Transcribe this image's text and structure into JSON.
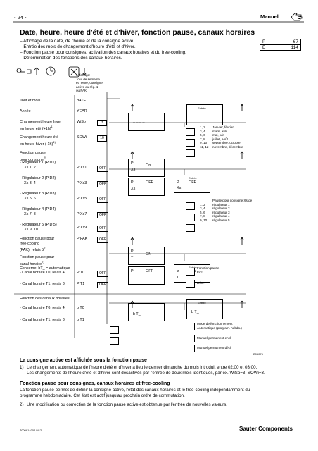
{
  "header": {
    "page_no": "- 24 -",
    "section": "Manuel"
  },
  "title": "Date, heure, heure d'été et d'hiver, fonction pause, canaux horaires",
  "bullets": [
    "– Affichage de la date, de l'heure et de la consigne active.",
    "– Entrée des mois de changement d'heure d'été et d'hiver.",
    "– Fonction pause pour consignes, activation des canaux horaires et du free-cooling.",
    "– Détermination des fonctions des canaux horaires."
  ],
  "pe_table": [
    {
      "k": "P",
      "v": "67"
    },
    {
      "k": "E",
      "v": "114"
    }
  ],
  "affichage_note": [
    "Affichage:",
    "Jour de semaine",
    "et heure, consigne",
    "active du rég. 1",
    "ou FAK"
  ],
  "rows": {
    "jour": {
      "label": "Jour et mois",
      "code": "dATE"
    },
    "annee": {
      "label": "Année",
      "code": "YEAR"
    },
    "hiver": {
      "label1": "Changement heure hiver",
      "label2": "en heure été (+1h)",
      "sup": "1)",
      "code": "WiSo",
      "value": "3"
    },
    "ete": {
      "label1": "Changement heure été",
      "label2": "en heure hiver (-1h)",
      "sup": "1)",
      "code": "SOWi",
      "value": "10"
    },
    "pause": {
      "label1": "Fonction pause",
      "label2": "pour consigne",
      "sup": "2)"
    },
    "regs": [
      {
        "l1": "- Régulateur 1 (PID1)",
        "l2": "Xs 1, 2",
        "code": "P Xs1",
        "val": "OFF"
      },
      {
        "l1": "- Régulateur 2 (PID2)",
        "l2": "Xs 3, 4",
        "code": "P Xs3",
        "val": "OFF"
      },
      {
        "l1": "- Régulateur 3 (PID3)",
        "l2": "Xs 5, 6",
        "code": "P Xs5",
        "val": "OFF"
      },
      {
        "l1": "- Régulateur 4 (PID4)",
        "l2": "Xs 7, 8",
        "code": "P Xs7",
        "val": "OFF"
      },
      {
        "l1": "- Régulateur 5 (PID 5)",
        "l2": "Xs 9, 10",
        "code": "P Xs9",
        "val": "OFF"
      }
    ],
    "fak": {
      "l1": "Fonction pause pour",
      "l2": "free-cooling",
      "l3": "(FAK), relais 5",
      "sup": "2)",
      "code": "P FAK",
      "val": "OFF"
    },
    "canal_pause": {
      "l1": "Fonction pause pour",
      "l2": "canal horaire",
      "sup": "2)",
      "l3": "Concerne: bT_ = automatique"
    },
    "t0": {
      "label": "- Canal horaire T0, relais 4",
      "code": "P T0",
      "val": "OFF"
    },
    "t1": {
      "label": "- Canal horaire T1, relais 3",
      "code": "P T1",
      "val": "OFF"
    },
    "canaux": {
      "label": "Fonction des canaux horaires"
    },
    "bt0": {
      "label": "- Canal horaire T0, relais 4",
      "code": "b T0"
    },
    "bt1": {
      "label": "- Canal horaire T1, relais 3",
      "code": "b T1"
    }
  },
  "displays": {
    "d1": {
      "dash": "_ _ _ _"
    },
    "d2": {
      "p": "P",
      "xs": "Xs",
      "on": "On"
    },
    "d3": {
      "p": "P",
      "xs": "Xs",
      "off": "OFF"
    },
    "d4": {
      "entree": "Entrée",
      "p": "P",
      "xs": "Xs",
      "off": "OFF"
    },
    "d5": {
      "p": "P",
      "t": "T",
      "on": "ON"
    },
    "d6": {
      "p": "P",
      "t": "T",
      "off": "OFF"
    },
    "d7": {
      "entree": "Entrée",
      "p": "P",
      "t": "T",
      "off": "OFF"
    },
    "d8": {
      "text": "b T_"
    },
    "d9": {
      "entree": "Entrée",
      "text": "b T_"
    },
    "d_entree_top": "Entrée"
  },
  "months": [
    {
      "n": "1, 2",
      "m": "Janvier, février"
    },
    {
      "n": "3, 4",
      "m": "mars, avril"
    },
    {
      "n": "5, 6",
      "m": "mai, juin"
    },
    {
      "n": "7, 8",
      "m": "juillet, août"
    },
    {
      "n": "9, 10",
      "m": "septembre, octobre"
    },
    {
      "n": "11, 12",
      "m": "novembre, décembre"
    }
  ],
  "pause_xs": {
    "title": "Pause pour consigne Xs de",
    "items": [
      {
        "n": "1, 2",
        "m": "régulateur 1"
      },
      {
        "n": "3, 4",
        "m": "régulateur 2"
      },
      {
        "n": "5, 6",
        "m": "régulateur 3"
      },
      {
        "n": "7, 8",
        "m": "régulateur 4"
      },
      {
        "n": "9, 10",
        "m": "régulateur 5"
      }
    ]
  },
  "pause_states": {
    "enc": "Enclencher",
    "on": "Fonction pause",
    "on2": "Encl.",
    "off": "Décl."
  },
  "modes": [
    {
      "m": "Mode de fonctionnement",
      "m2": "Automatique (program. hebdo.)"
    },
    {
      "m": "Manuel permanent encl."
    },
    {
      "m": "Manuel permanent décl."
    }
  ],
  "figure_id": "B06076",
  "footer_text": {
    "consigne": "La consigne active est affichée sous la fonction pause",
    "fn1_num": "1)",
    "fn1_a": "Le changement automatique de l'heure d'été et d'hiver a lieu le dernier dimanche du mois introduit entre 02:00 et 03:00.",
    "fn1_b": "Les changements de l'heure d'été et d'hiver sont désactivés par l'entrée de deux mois identiques, par ex. WiSo=3, SOWi=3.",
    "fp_title": "Fonction pause pour consignes, canaux horaires et free-cooling",
    "fp_1": "La fonction pause permet de définir la consigne active, l'état des canaux horaires et le free-cooling indépendamment du",
    "fp_2": "programme hebdomadaire. Cet état est actif jusqu'au prochain ordre de commutation.",
    "fn2_num": "2)",
    "fn2": "Une modification ou correction de la fonction pause active est obtenue par l'entrée de nouvelles valeurs."
  },
  "footer": {
    "doc_id": "7000814002 M12",
    "company": "Sauter Components"
  }
}
